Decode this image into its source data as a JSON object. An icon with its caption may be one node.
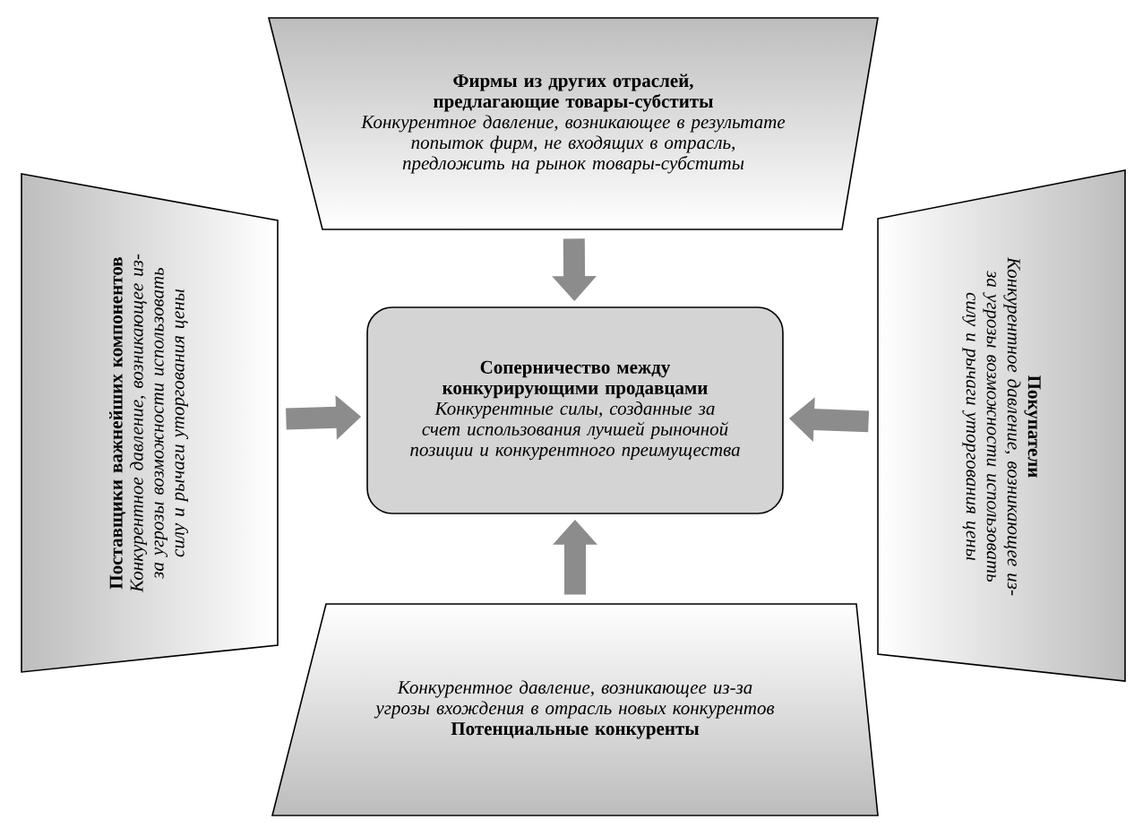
{
  "diagram": {
    "nodes": [
      {
        "text": [
          "Соперничество между конкурирующими продавцами",
          "Конкурентные силы, созданные за счет использования лучшей рыночной позиции и конкурентного преимущества"
        ]
      },
      {
        "text": [
          "Фирмы из других отраслей, предлагающие товары-субститы",
          "Конкурентное давление, возникающее в результате попыток фирм, не входящих в отрасль, предложить на рынок товары-субститы"
        ]
      },
      {
        "text": [
          "Поставщики важнейших компонентов",
          "Конкурентное давление, возникающее из-за угрозы возможности использовать силу и рычаги уторгования цены"
        ]
      },
      {
        "text": [
          "Покупатели",
          "Конкурентное давление, возникающее из-за угрозы возможности использовать силу и рычаги уторгования цены"
        ]
      },
      {
        "text": [
          "Конкурентное давление, возникающее из-за угрозы вхождения в отрасль новых конкурентов",
          "Потенциальные конкуренты"
        ]
      }
    ],
    "edges": [
      {
        "from": 1,
        "to": 0,
        "arrow": "to"
      },
      {
        "from": 2,
        "to": 0,
        "arrow": "to"
      },
      {
        "from": 3,
        "to": 0,
        "arrow": "to"
      },
      {
        "from": 4,
        "to": 0,
        "arrow": "to"
      }
    ]
  }
}
